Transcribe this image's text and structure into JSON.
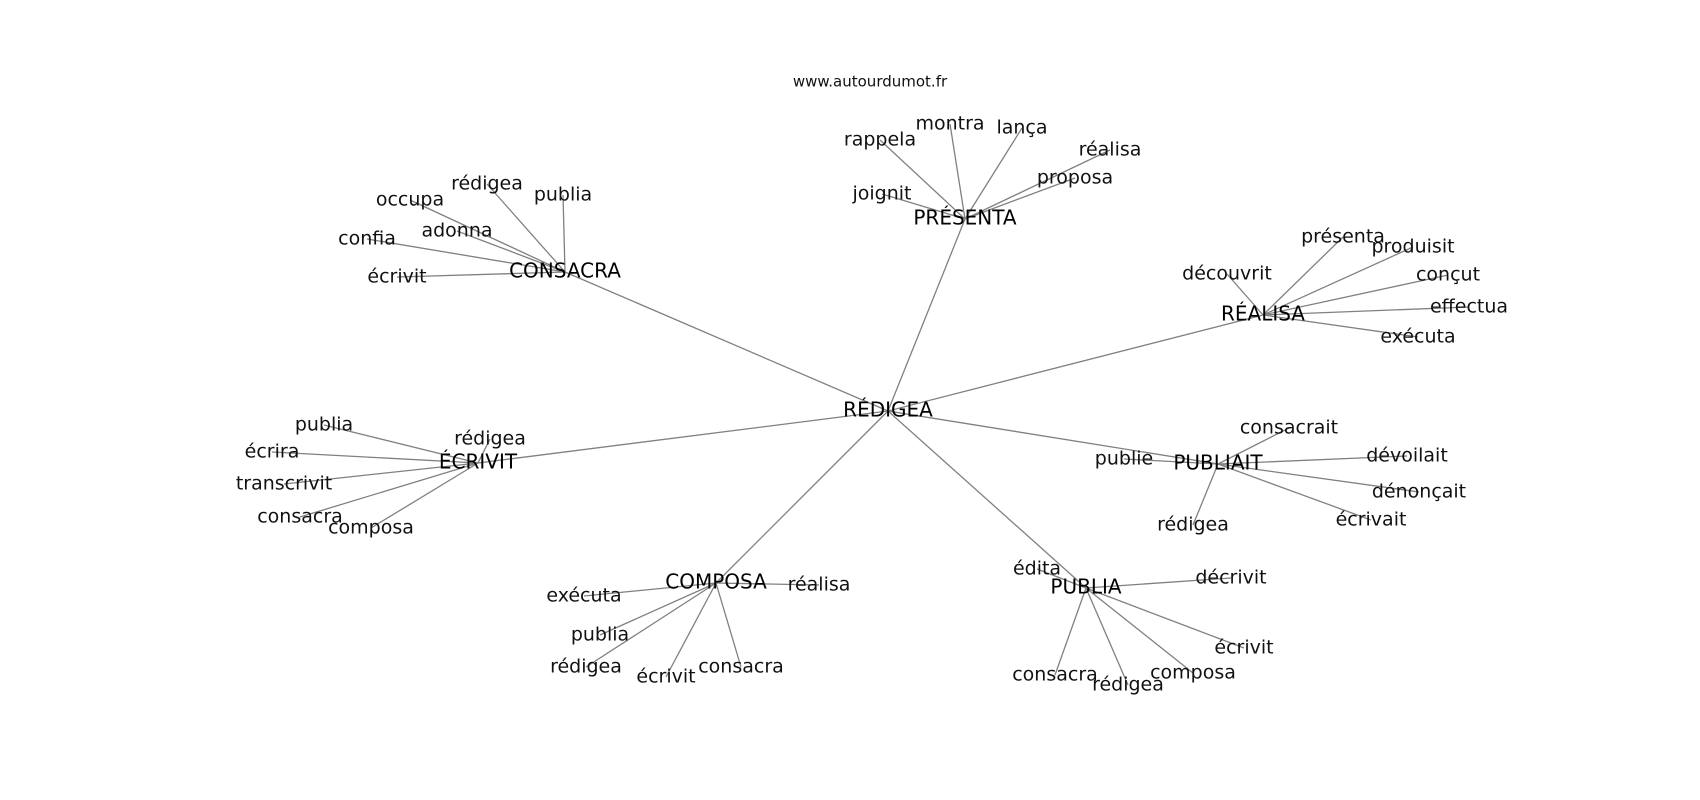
{
  "site": "www.autourdumot.fr",
  "center": "RÉDIGEA",
  "hubs": [
    {
      "label": "PRÉSENTA",
      "leaves": [
        "rappela",
        "montra",
        "lança",
        "réalisa",
        "proposa",
        "joignit"
      ]
    },
    {
      "label": "CONSACRA",
      "leaves": [
        "occupa",
        "rédigea",
        "publia",
        "adonna",
        "confia",
        "écrivit"
      ]
    },
    {
      "label": "RÉALISA",
      "leaves": [
        "présenta",
        "produisit",
        "découvrit",
        "conçut",
        "effectua",
        "exécuta"
      ]
    },
    {
      "label": "ÉCRIVIT",
      "leaves": [
        "publia",
        "rédigea",
        "écrira",
        "transcrivit",
        "consacra",
        "composa"
      ]
    },
    {
      "label": "PUBLIAIT",
      "leaves": [
        "consacrait",
        "dévoilait",
        "publie",
        "dénonçait",
        "écrivait",
        "rédigea"
      ]
    },
    {
      "label": "COMPOSA",
      "leaves": [
        "exécuta",
        "réalisa",
        "publia",
        "rédigea",
        "écrivit",
        "consacra"
      ]
    },
    {
      "label": "PUBLIA",
      "leaves": [
        "édita",
        "décrivit",
        "écrivit",
        "composa",
        "consacra",
        "rédigea"
      ]
    }
  ]
}
